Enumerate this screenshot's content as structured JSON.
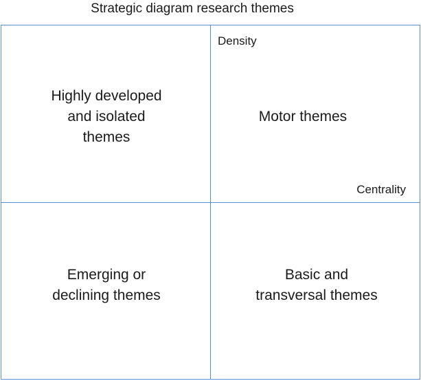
{
  "title": "Strategic diagram research themes",
  "axes": {
    "vertical_label": "Density",
    "horizontal_label": "Centrality"
  },
  "quadrants": {
    "top_left": [
      "Highly developed",
      "and isolated",
      "themes"
    ],
    "top_right": [
      "Motor themes"
    ],
    "bottom_left": [
      "Emerging or",
      "declining themes"
    ],
    "bottom_right": [
      "Basic and",
      "transversal themes"
    ]
  },
  "colors": {
    "grid_line": "#5b8ed6",
    "text": "#1a1a1a"
  }
}
